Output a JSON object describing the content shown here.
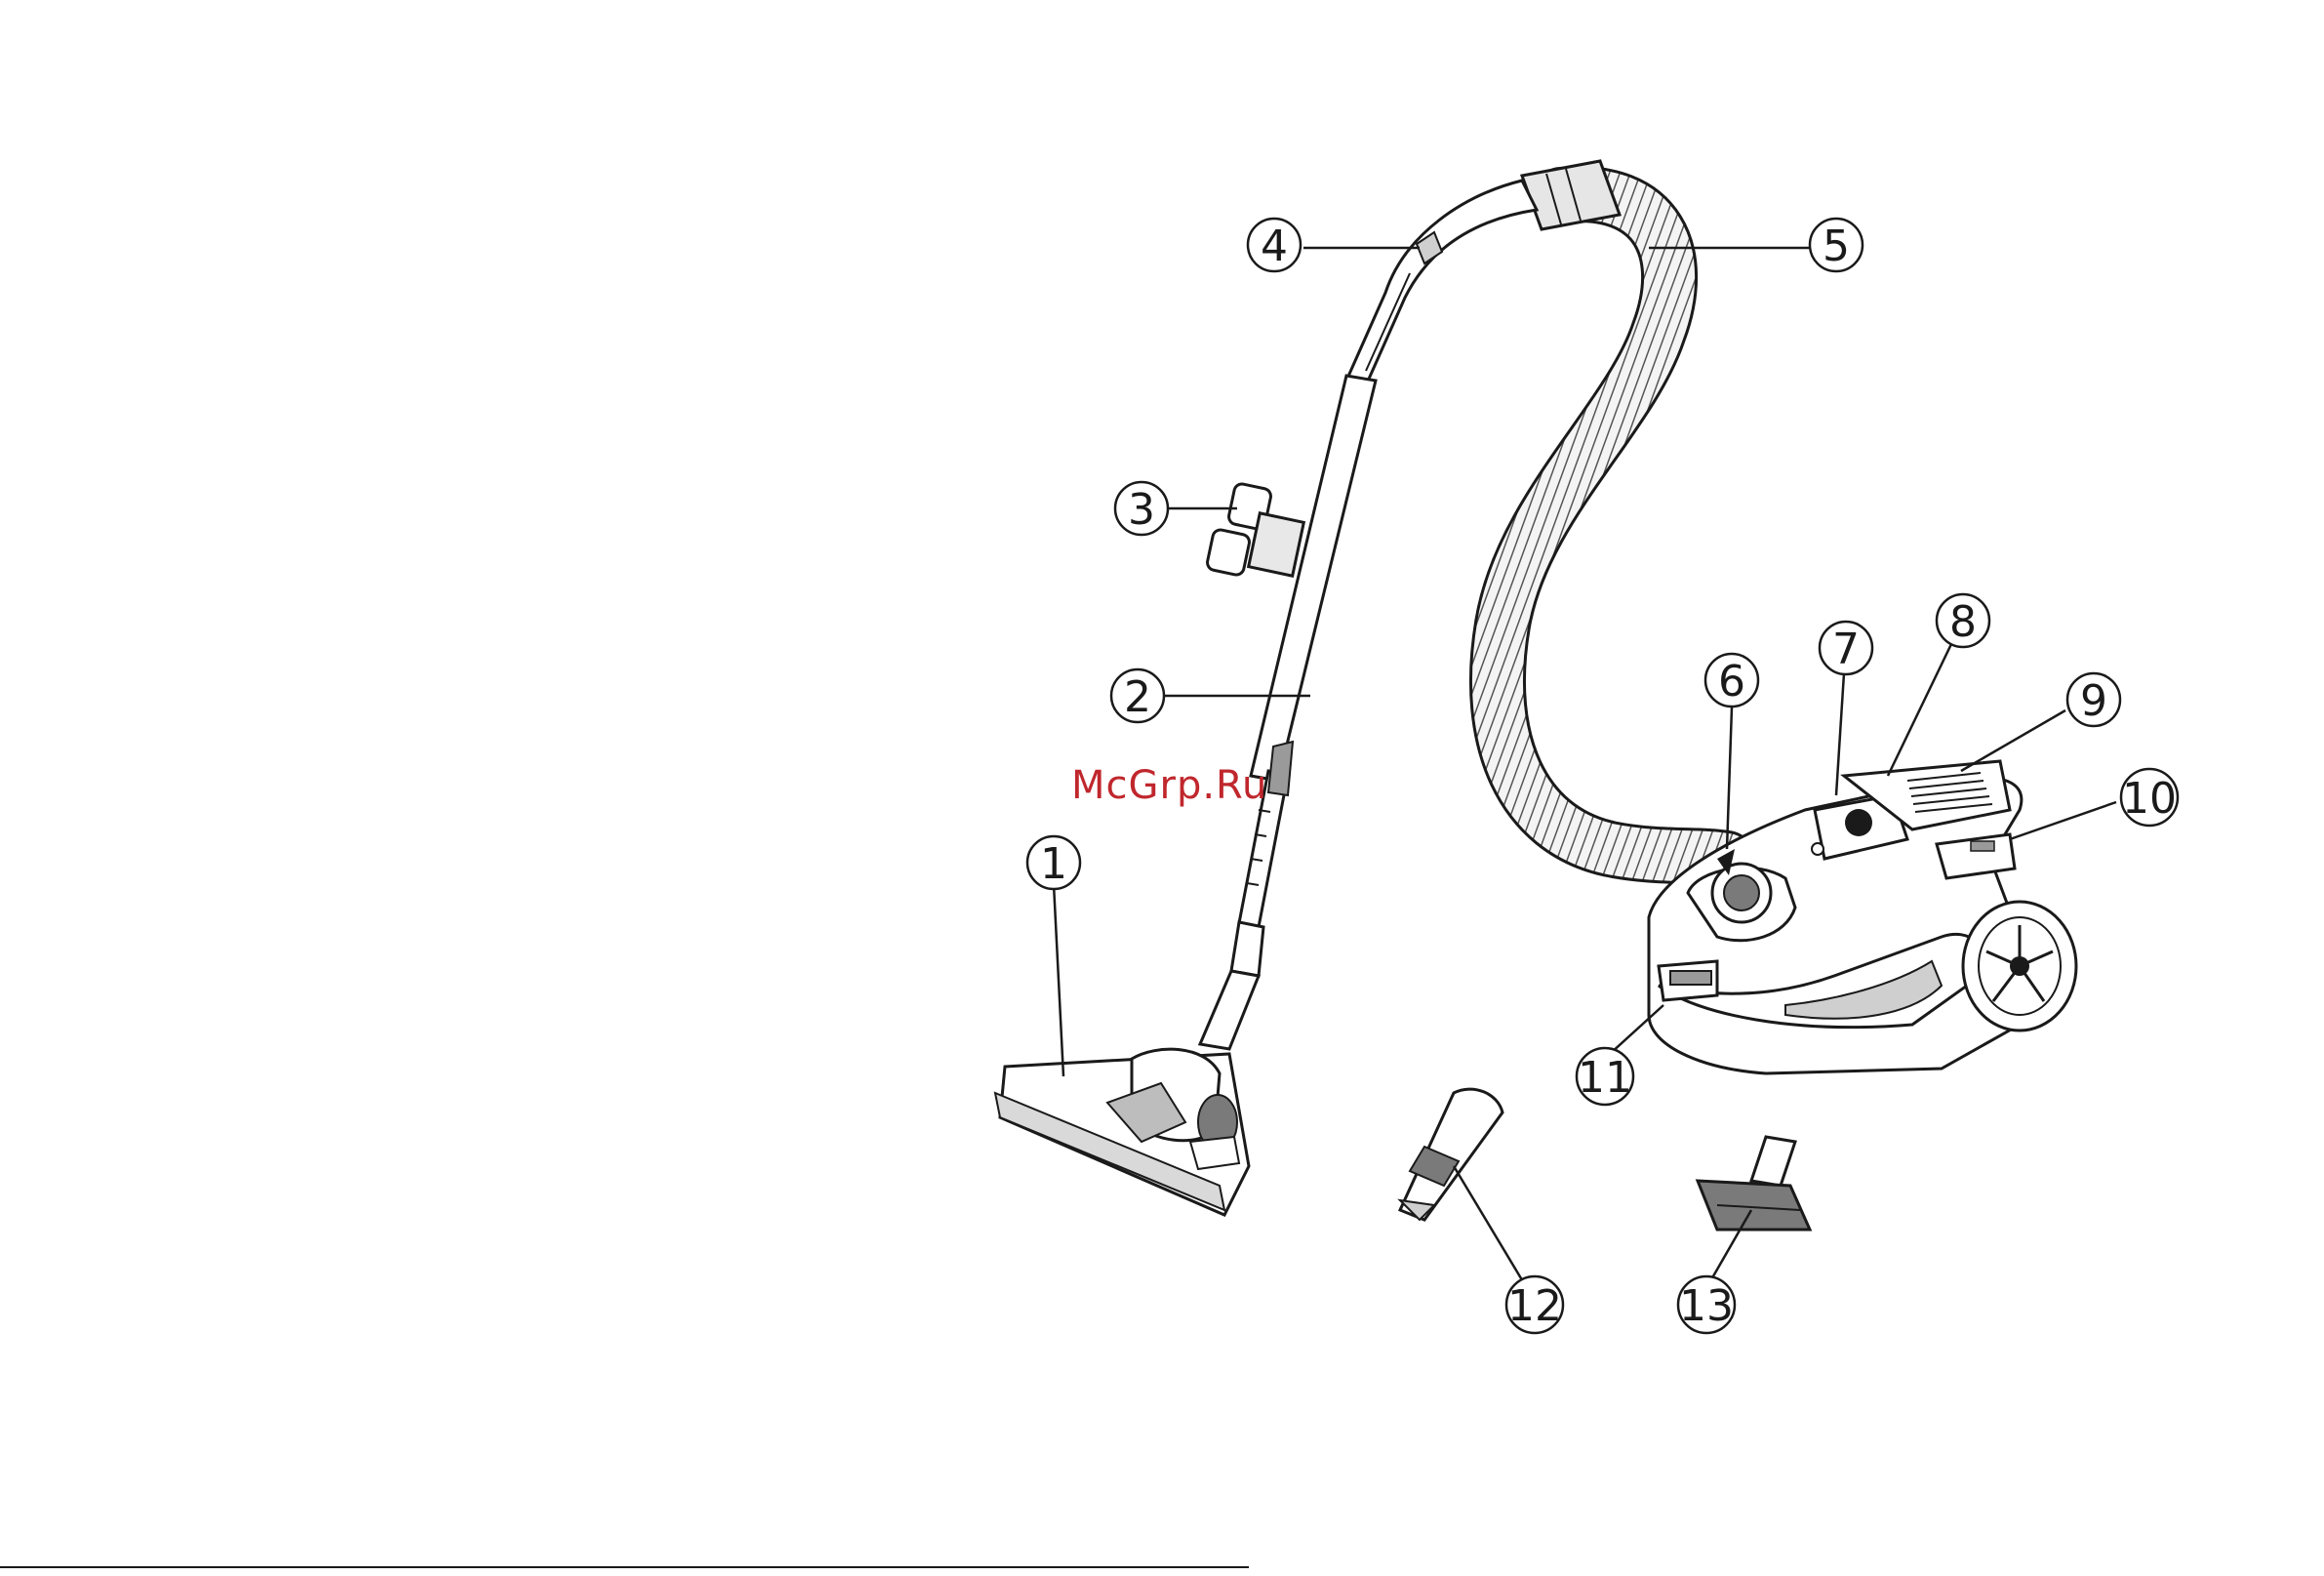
{
  "watermark": "McGrp.Ru",
  "callouts": [
    {
      "id": "1",
      "label": "1"
    },
    {
      "id": "2",
      "label": "2"
    },
    {
      "id": "3",
      "label": "3"
    },
    {
      "id": "4",
      "label": "4"
    },
    {
      "id": "5",
      "label": "5"
    },
    {
      "id": "6",
      "label": "6"
    },
    {
      "id": "7",
      "label": "7"
    },
    {
      "id": "8",
      "label": "8"
    },
    {
      "id": "9",
      "label": "9"
    },
    {
      "id": "10",
      "label": "10"
    },
    {
      "id": "11",
      "label": "11"
    },
    {
      "id": "12",
      "label": "12"
    },
    {
      "id": "13",
      "label": "13"
    }
  ],
  "colors": {
    "line": "#1a1a1a",
    "body_fill": "#ffffff",
    "shade": "#cfcfcf",
    "dark_shade": "#7a7a7a",
    "watermark": "#c0272d"
  }
}
